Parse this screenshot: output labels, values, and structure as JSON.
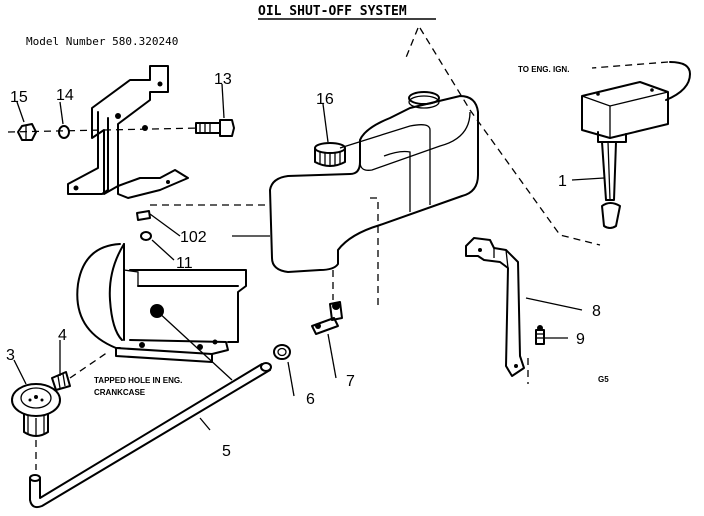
{
  "title": "OIL SHUT-OFF SYSTEM",
  "model_number": "Model Number 580.320240",
  "callouts": {
    "p1": "1",
    "p3": "3",
    "p4": "4",
    "p5": "5",
    "p6": "6",
    "p7": "7",
    "p8": "8",
    "p9": "9",
    "p11": "11",
    "p13": "13",
    "p14": "14",
    "p15": "15",
    "p16": "16",
    "p102": "102"
  },
  "annotations": {
    "to_eng_ign": "TO ENG. IGN.",
    "tapped_hole_line1": "TAPPED HOLE IN ENG.",
    "tapped_hole_line2": "CRANKCASE",
    "code": "G5"
  }
}
